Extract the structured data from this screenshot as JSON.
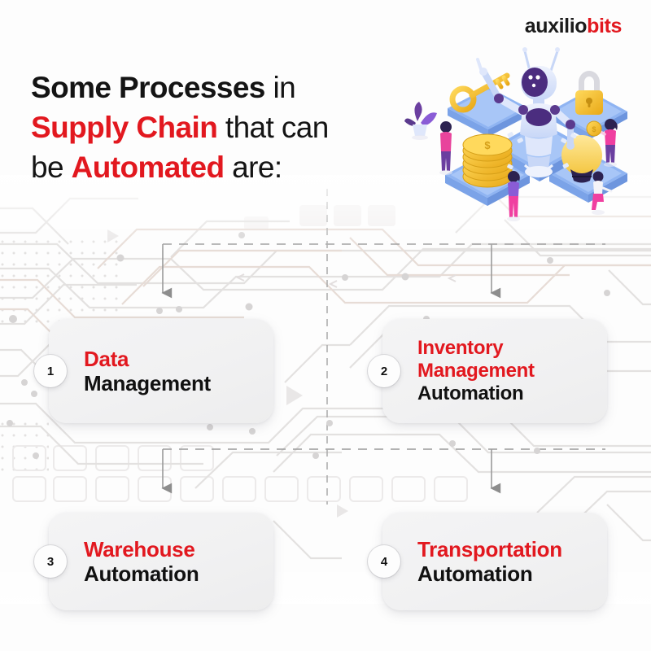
{
  "brand": {
    "logo_first": "auxilio",
    "logo_second": "bits",
    "accent_red": "#e2181f",
    "ink": "#111111",
    "card_bg": "#f2f2f3",
    "page_bg": "#fdfdfd"
  },
  "headline": {
    "line1_bold": "Some Processes",
    "line1_rest": " in",
    "line2_red": "Supply Chain",
    "line2_rest": " that can",
    "line3_pre": "be ",
    "line3_red": "Automated",
    "line3_rest": " are:"
  },
  "cards": [
    {
      "number": "1",
      "line_red": "Data",
      "line_black": "Management",
      "line_black2": ""
    },
    {
      "number": "2",
      "line_red": "Inventory",
      "line_red2": "Management",
      "line_black": "Automation"
    },
    {
      "number": "3",
      "line_red": "Warehouse",
      "line_black": "Automation"
    },
    {
      "number": "4",
      "line_red": "Transportation",
      "line_black": "Automation"
    }
  ],
  "illustration": {
    "name": "isometric-robot-automation-scene",
    "robot": "central-robot",
    "items": [
      "gold-key-platform",
      "gold-padlock-platform",
      "gold-coin-stack-platform",
      "yellow-lightbulb-platform",
      "robot-platform"
    ],
    "people": [
      "standing-person-left",
      "standing-person-front",
      "standing-person-right",
      "seated-person-right"
    ],
    "plant": "purple-plant",
    "colors": {
      "platform": "#8fb4f2",
      "platform_top": "#a8c6f7",
      "robot_body": "#dfe7fb",
      "robot_accent": "#5b3a8e",
      "gold": "#f5c330",
      "gold_dark": "#e0a81c",
      "person_pink": "#ef4ba0",
      "person_purple": "#6b3fa0"
    }
  },
  "background": {
    "name": "circuit-board-pattern",
    "trace_color": "#e3e1e0",
    "trace_warm": "#e6ddd8",
    "dot_color": "#dcdada",
    "arrow_color": "#8d8d8d"
  }
}
